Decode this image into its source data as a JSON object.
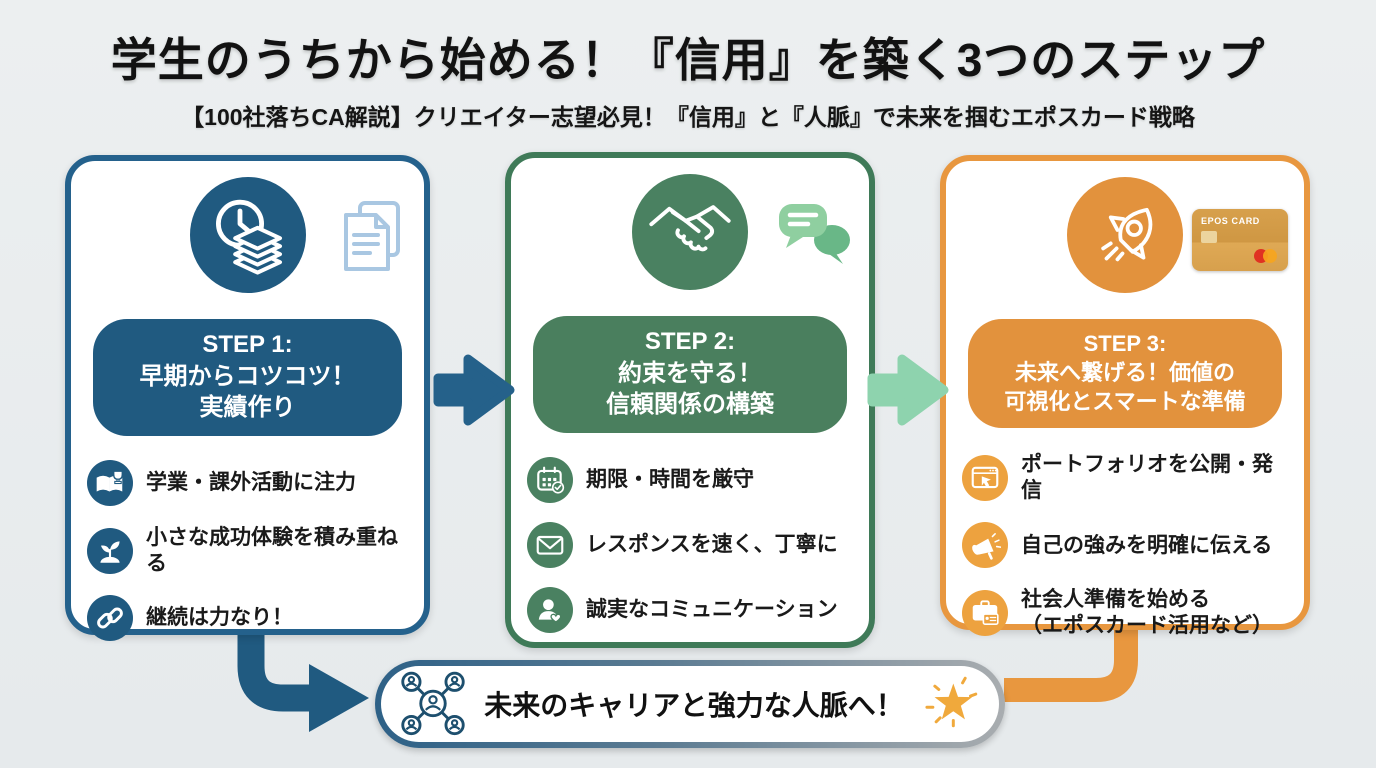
{
  "title": "学生のうちから始める！『信用』を築く3つのステップ",
  "subtitle": "【100社落ちCA解説】クリエイター志望必見！『信用』と『人脈』で未来を掴むエポスカード戦略",
  "steps": [
    {
      "header": {
        "line1": "STEP 1:",
        "line2": "早期からコツコツ！",
        "line3": "実績作り"
      },
      "items": [
        {
          "icon": "book-trophy-icon",
          "text": "学業・課外活動に注力"
        },
        {
          "icon": "sprout-icon",
          "text": "小さな成功体験を積み重ねる"
        },
        {
          "icon": "chain-link-icon",
          "text": "継続は力なり！"
        }
      ],
      "main_icon": "clock-stack-icon",
      "corner_icon": "documents-icon"
    },
    {
      "header": {
        "line1": "STEP 2:",
        "line2": "約束を守る！",
        "line3": "信頼関係の構築"
      },
      "items": [
        {
          "icon": "calendar-check-icon",
          "text": "期限・時間を厳守"
        },
        {
          "icon": "envelope-icon",
          "text": "レスポンスを速く、丁寧に"
        },
        {
          "icon": "person-heart-icon",
          "text": "誠実なコミュニケーション"
        }
      ],
      "main_icon": "handshake-icon",
      "corner_icon": "speech-bubbles-icon"
    },
    {
      "header": {
        "line1": "STEP 3:",
        "line2": "未来へ繋げる！価値の",
        "line3": "可視化とスマートな準備"
      },
      "items": [
        {
          "icon": "browser-cursor-icon",
          "text": "ポートフォリオを公開・発信"
        },
        {
          "icon": "megaphone-icon",
          "text": "自己の強みを明確に伝える"
        },
        {
          "icon": "briefcase-id-icon",
          "text": "社会人準備を始める",
          "text2": "（エポスカード活用など）"
        }
      ],
      "main_icon": "rocket-icon",
      "corner_icon": "epos-card-graphic"
    }
  ],
  "epos_card_label": "EPOS CARD",
  "footer": {
    "text": "未来のキャリアと強力な人脈へ！"
  },
  "colors": {
    "step1_blue": "#205a80",
    "step2_green": "#4a7f5e",
    "step3_orange": "#e2923d",
    "bullet_orange": "#eda23f",
    "mint_arrow": "#8ed3ae",
    "light_blue_doc_icon": "#a9c7e2",
    "bubble_light_green": "#8fcfa0",
    "bubble_dark_green": "#69b787",
    "banner_border_left": "#2e6187",
    "banner_border_right": "#a9adb0",
    "network_icon_blue": "#1d4f6e",
    "star_gold": "#f0a93c",
    "epos_gold": "#d7a04c",
    "background": "#e9eced",
    "text": "#1a1a1a"
  }
}
